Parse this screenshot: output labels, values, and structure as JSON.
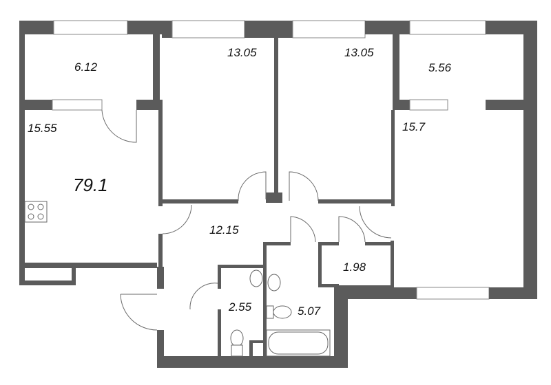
{
  "plan": {
    "total_area": "79.1",
    "rooms": {
      "balcony_left": "6.12",
      "kitchen_living": "15.55",
      "bedroom_1": "13.05",
      "bedroom_2": "13.05",
      "balcony_right": "5.56",
      "bedroom_3": "15.7",
      "hallway": "12.15",
      "closet": "1.98",
      "toilet": "2.55",
      "bathroom": "5.07"
    },
    "colors": {
      "wall": "#5b5b5b",
      "background": "#ffffff"
    }
  }
}
